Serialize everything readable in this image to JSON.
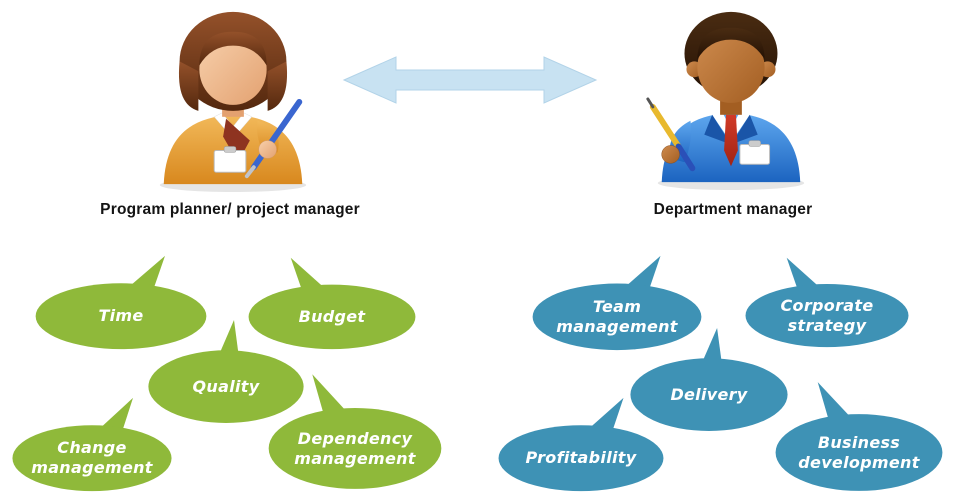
{
  "left": {
    "label": "Program planner/ project manager",
    "figure_alt": "female-project-manager-clipart",
    "bubble_color": "#8FB93A",
    "bubbles": {
      "time": "Time",
      "budget": "Budget",
      "quality": "Quality",
      "change": "Change\nmanagement",
      "dependency": "Dependency\nmanagement"
    }
  },
  "right": {
    "label": "Department manager",
    "figure_alt": "male-department-manager-clipart",
    "bubble_color": "#3E92B5",
    "bubbles": {
      "team": "Team\nmanagement",
      "corporate": "Corporate\nstrategy",
      "delivery": "Delivery",
      "profitability": "Profitability",
      "business": "Business\ndevelopment"
    }
  },
  "arrow": {
    "icon": "two-way-horizontal-arrow",
    "color": "#C8E2F2",
    "border": "#B2D3E8"
  }
}
